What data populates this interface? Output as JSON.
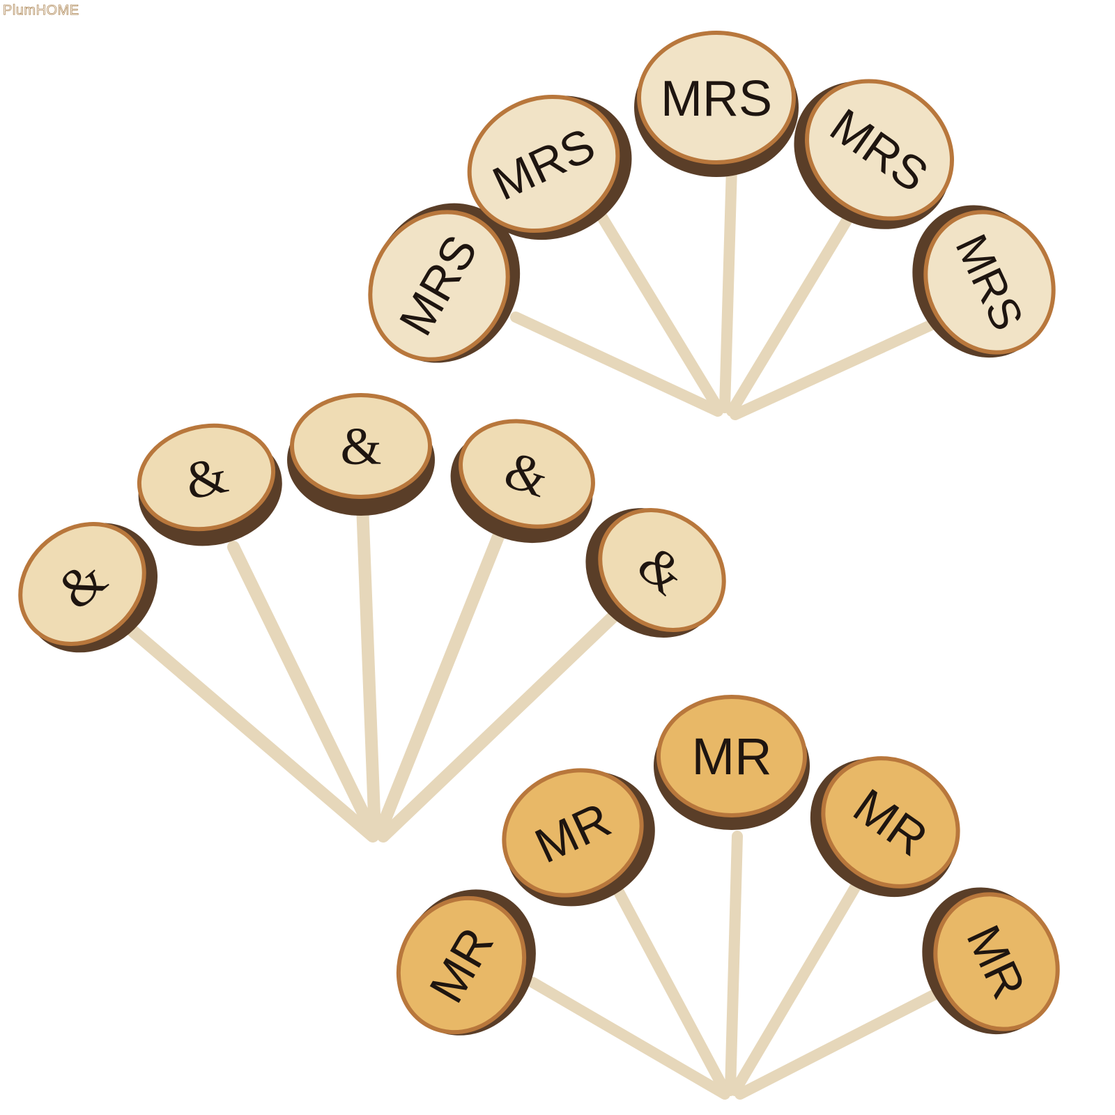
{
  "watermark": "PlumHOME",
  "colors": {
    "stick": "#efe3cc",
    "stick_edge": "#d8c7a6",
    "bark": "#6a4a30",
    "bark_dark": "#4a3220",
    "rim": "#b8773c",
    "mrs_face": "#f1e3c6",
    "amp_face": "#efdcb4",
    "mr_face": "#e8b867",
    "ink": "#1e1510"
  },
  "groups": [
    {
      "name": "mrs-group",
      "label": "MRS",
      "count": 5
    },
    {
      "name": "ampersand-group",
      "label": "&",
      "count": 5
    },
    {
      "name": "mr-group",
      "label": "MR",
      "count": 5
    }
  ]
}
